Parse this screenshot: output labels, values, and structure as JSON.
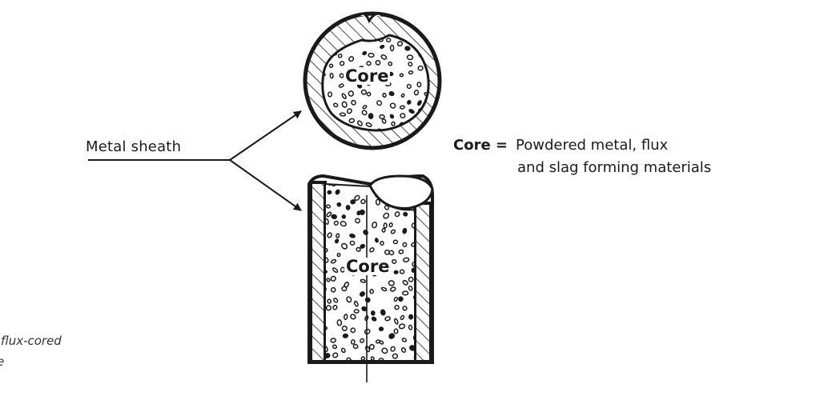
{
  "labels": {
    "sheath": "Metal sheath",
    "core_top": "Core",
    "core_side": "Core",
    "definition_term": "Core =",
    "definition_line1": "Powdered metal, flux",
    "definition_line2": "and slag forming materials"
  },
  "caption": {
    "line1": "flux-cored",
    "line2": "e"
  },
  "colors": {
    "ink": "#1a1a1a",
    "background": "#ffffff"
  }
}
